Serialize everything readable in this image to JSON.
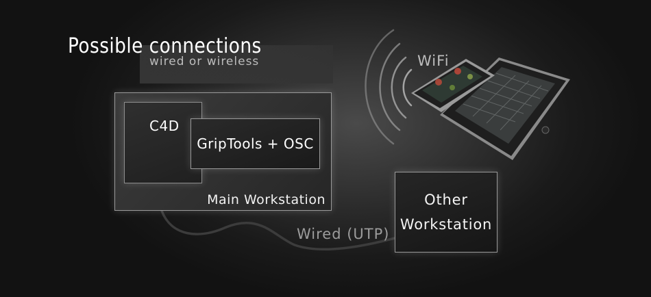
{
  "title": "Possible connections",
  "subtitle": "wired or wireless",
  "main_workstation": {
    "label": "Main Workstation",
    "c4d_label": "C4D",
    "griptools_label": "GripTools + OSC"
  },
  "other_workstation": {
    "line1": "Other",
    "line2": "Workstation"
  },
  "wifi_label": "WiFi",
  "wired_label": "Wired (UTP)",
  "icons": {
    "wifi": "wifi-waves-icon",
    "phone": "smartphone-icon",
    "tablet": "tablet-icon"
  },
  "colors": {
    "background": "#1a1a1a",
    "box_border": "#9a9a9a",
    "muted_text": "#9c9c9c"
  }
}
